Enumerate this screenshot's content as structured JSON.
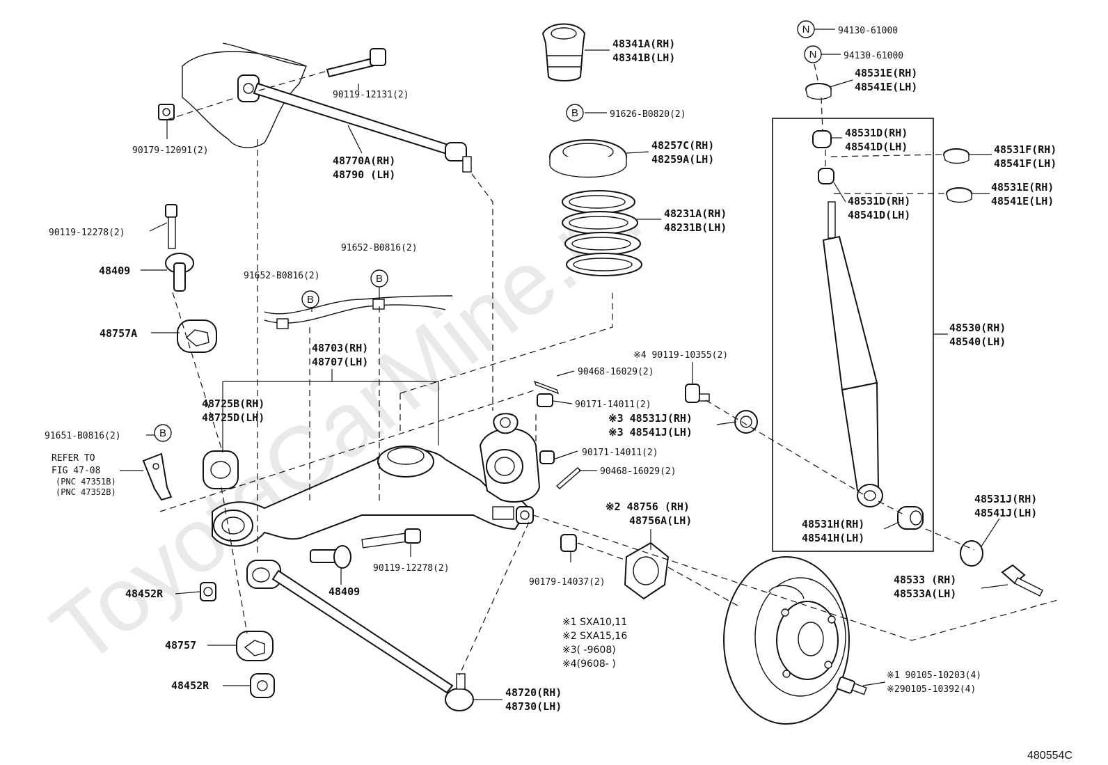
{
  "watermark": "ToyotaCarMine.ru",
  "figure_number": "480554C",
  "markers": {
    "n": "N",
    "b": "B"
  },
  "parts": {
    "bolt_90119_12131": "90119-12131(2)",
    "nut_90179_12091": "90179-12091(2)",
    "rod_48770a": "48770A(RH)",
    "rod_48790": "48790  (LH)",
    "bolt_90119_12278_top": "90119-12278(2)",
    "p48409_top": "48409",
    "p48757a": "48757A",
    "bolt_91652_b0816_a": "91652-B0816(2)",
    "bolt_91652_b0816_b": "91652-B0816(2)",
    "arm_48703": "48703(RH)",
    "arm_48707": "48707(LH)",
    "bush_48725b": "48725B(RH)",
    "bush_48725d": "48725D(LH)",
    "bolt_91651_b0816": "91651-B0816(2)",
    "refer_line1": "REFER TO",
    "refer_line2": "FIG 47-08",
    "refer_pnc1": "(PNC 47351B)",
    "refer_pnc2": "(PNC 47352B)",
    "nut_48452r_a": "48452R",
    "p48757": "48757",
    "nut_48452r_b": "48452R",
    "p48409_bottom": "48409",
    "bolt_90119_12278_bottom": "90119-12278(2)",
    "rod_48720": "48720(RH)",
    "rod_48730": "48730(LH)",
    "bumper_48341a": "48341A(RH)",
    "bumper_48341b": "48341B(LH)",
    "bolt_91626_b0820": "91626-B0820(2)",
    "insulator_48257c": "48257C(RH)",
    "insulator_48259a": "48259A(LH)",
    "spring_48231a": "48231A(RH)",
    "spring_48231b": "48231B(LH)",
    "bolt_90119_10355": "※4 90119-10355(2)",
    "pin_90468_16029_a": "90468-16029(2)",
    "nut_90171_14011_a": "90171-14011(2)",
    "bush_48531j": "※3 48531J(RH)",
    "bush_48541j": "※3 48541J(LH)",
    "nut_90171_14011_b": "90171-14011(2)",
    "pin_90468_16029_b": "90468-16029(2)",
    "cover_48756": "※2 48756  (RH)",
    "cover_48756a": "48756A(LH)",
    "nut_90179_14037": "90179-14037(2)",
    "note1": "※1 SXA10,11",
    "note2": "※2 SXA15,16",
    "note3": "※3(     -9608)",
    "note4": "※4(9608-     )",
    "hub_bolt_1": "※1 90105-10203(4)",
    "hub_bolt_2": "※290105-10392(4)",
    "nut_94130_a": "94130-61000",
    "nut_94130_b": "94130-61000",
    "cushion_48531e_a": "48531E(RH)",
    "cushion_48541e_a": "48541E(LH)",
    "cushion_48531d_a": "48531D(RH)",
    "cushion_48541d_a": "48541D(LH)",
    "cushion_48531f": "48531F(RH)",
    "cushion_48541f": "48541F(LH)",
    "cushion_48531d_b": "48531D(RH)",
    "cushion_48541d_b": "48541D(LH)",
    "cushion_48531e_b": "48531E(RH)",
    "cushion_48541e_b": "48541E(LH)",
    "absorber_48530": "48530(RH)",
    "absorber_48540": "48540(LH)",
    "bush_48531h": "48531H(RH)",
    "bush_48541h": "48541H(LH)",
    "bush_48531j_r": "48531J(RH)",
    "bush_48541j_r": "48541J(LH)",
    "bolt_48533": "48533  (RH)",
    "bolt_48533a": "48533A(LH)"
  }
}
